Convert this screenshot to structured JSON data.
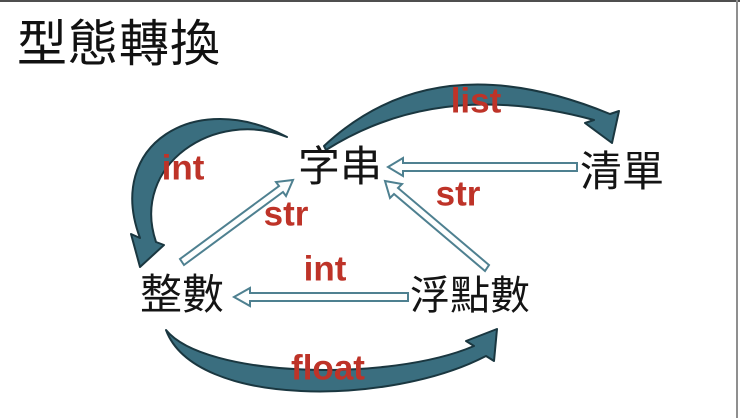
{
  "title": "型態轉換",
  "nodes": [
    {
      "id": "string",
      "label": "字串"
    },
    {
      "id": "list",
      "label": "清單"
    },
    {
      "id": "integer",
      "label": "整數"
    },
    {
      "id": "float",
      "label": "浮點數"
    }
  ],
  "arrows": [
    {
      "from": "字串",
      "to": "清單",
      "label": "list",
      "style": "solid-curved"
    },
    {
      "from": "清單",
      "to": "字串",
      "label": "str",
      "style": "outline-straight"
    },
    {
      "from": "整數",
      "to": "字串",
      "label": "str",
      "style": "outline-straight"
    },
    {
      "from": "字串",
      "to": "整數",
      "label": "int",
      "style": "solid-curved"
    },
    {
      "from": "浮點數",
      "to": "整數",
      "label": "int",
      "style": "outline-straight"
    },
    {
      "from": "整數",
      "to": "浮點數",
      "label": "float",
      "style": "solid-curved"
    },
    {
      "from": "浮點數",
      "to": "字串",
      "label": "",
      "style": "outline-straight"
    }
  ],
  "colors": {
    "solid_arrow_fill": "#3a6e7f",
    "solid_arrow_outline": "#1a3740",
    "hollow_arrow_stroke": "#4e8090",
    "label_red": "#be3328",
    "text_black": "#111111",
    "background": "#ffffff"
  }
}
